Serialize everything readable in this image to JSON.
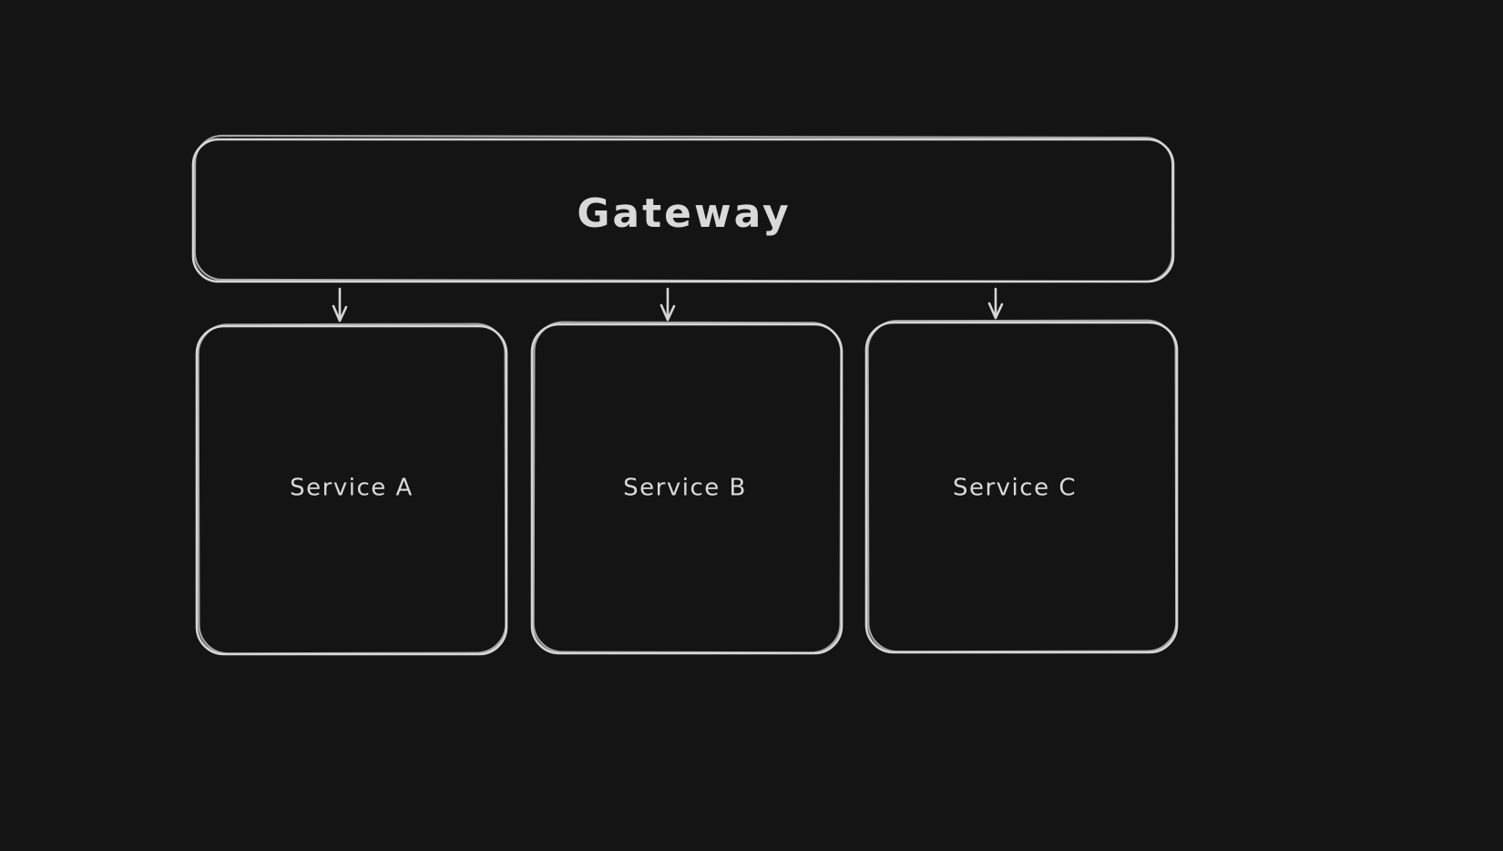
{
  "diagram": {
    "background_color": "#141414",
    "stroke_color": "#d6d6d6",
    "text_color": "#d9d9d9",
    "nodes": {
      "gateway": {
        "label": "Gateway"
      },
      "service_a": {
        "label": "Service A"
      },
      "service_b": {
        "label": "Service B"
      },
      "service_c": {
        "label": "Service C"
      }
    },
    "edges": [
      {
        "from": "gateway",
        "to": "service_a",
        "arrowhead": "arrow-down"
      },
      {
        "from": "gateway",
        "to": "service_b",
        "arrowhead": "arrow-down"
      },
      {
        "from": "gateway",
        "to": "service_c",
        "arrowhead": "arrow-down"
      }
    ]
  }
}
